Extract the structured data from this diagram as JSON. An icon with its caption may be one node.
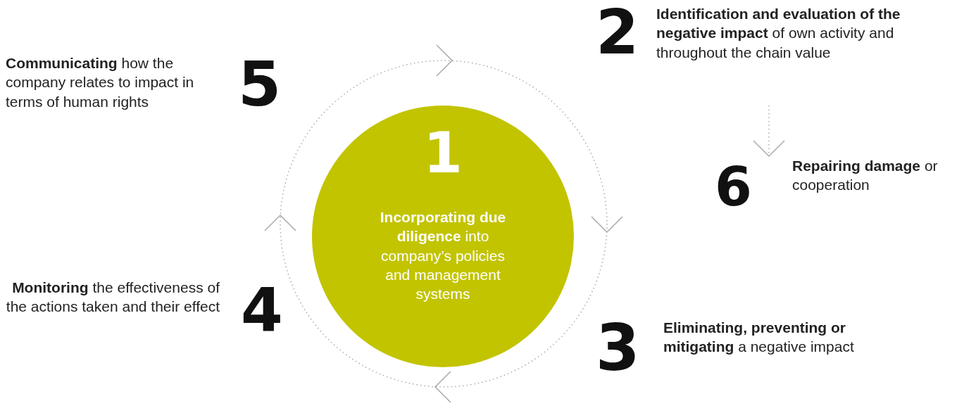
{
  "diagram": {
    "nodes": [
      {
        "text": [
          "1",
          "**Incorporating due diligence** into company’s policies and management systems"
        ]
      },
      {
        "text": [
          "2",
          "**Identification and evaluation of the negative impact** of own activity and throughout the chain value"
        ]
      },
      {
        "text": [
          "3",
          "**Eliminating, preventing or mitigating** a negative impact"
        ]
      },
      {
        "text": [
          "**Monitoring** the effectiveness of the actions taken and their effect",
          "4"
        ]
      },
      {
        "text": [
          "**Communicating** how the company relates to impact in terms of human rights",
          "5"
        ]
      },
      {
        "text": [
          "6",
          "**Repairing damage** or cooperation"
        ]
      }
    ],
    "edges": [
      {
        "from": 1,
        "to": 5,
        "arrow": "to",
        "style": "dashed"
      }
    ]
  }
}
